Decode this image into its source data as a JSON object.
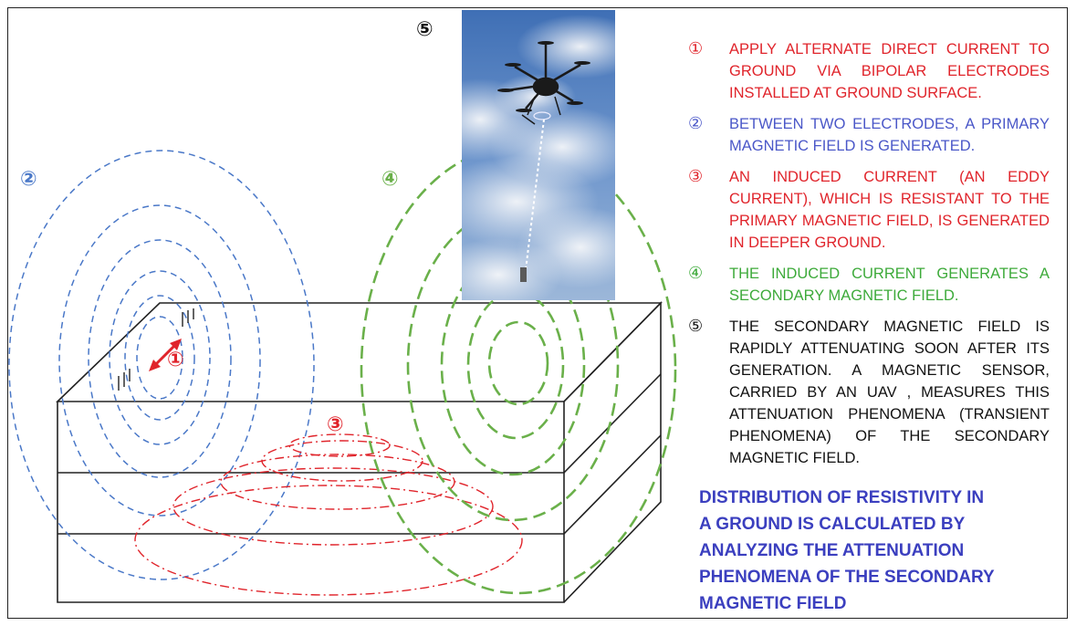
{
  "labels": {
    "marker_1": "①",
    "marker_2": "②",
    "marker_3": "③",
    "marker_4": "④",
    "marker_5": "⑤"
  },
  "steps": [
    {
      "marker": "①",
      "color": "#e0242b",
      "text": "APPLY ALTERNATE DIRECT CURRENT TO GROUND VIA BIPOLAR ELECTRODES INSTALLED AT GROUND SURFACE."
    },
    {
      "marker": "②",
      "color": "#4a57c8",
      "text": "BETWEEN TWO ELECTRODES, A PRIMARY MAGNETIC FIELD IS GENERATED."
    },
    {
      "marker": "③",
      "color": "#e0242b",
      "text": "AN INDUCED CURRENT (AN EDDY CURRENT), WHICH IS RESISTANT TO THE PRIMARY MAGNETIC FIELD, IS GENERATED IN DEEPER GROUND."
    },
    {
      "marker": "④",
      "color": "#3daa3a",
      "text": "THE INDUCED CURRENT GENERATES A SECONDARY MAGNETIC FIELD."
    },
    {
      "marker": "⑤",
      "color": "#111111",
      "text": "THE SECONDARY MAGNETIC FIELD IS RAPIDLY ATTENUATING SOON AFTER ITS GENERATION. A MAGNETIC SENSOR, CARRIED BY AN UAV , MEASURES THIS ATTENUATION PHENOMENA (TRANSIENT PHENOMENA) OF THE SECONDARY MAGNETIC FIELD."
    }
  ],
  "conclusion": {
    "line1": "DISTRIBUTION OF RESISTIVITY IN",
    "line2": "A GROUND IS CALCULATED BY",
    "line3": "ANALYZING THE ATTENUATION",
    "line4": "PHENOMENA OF THE SECONDARY",
    "line5": "MAGNETIC FIELD"
  },
  "colors": {
    "primary_field": "#4a78c8",
    "eddy_current": "#e0242b",
    "secondary_field": "#6ab04a",
    "conclusion": "#3b3fbf",
    "sky": "#5b86c4"
  }
}
